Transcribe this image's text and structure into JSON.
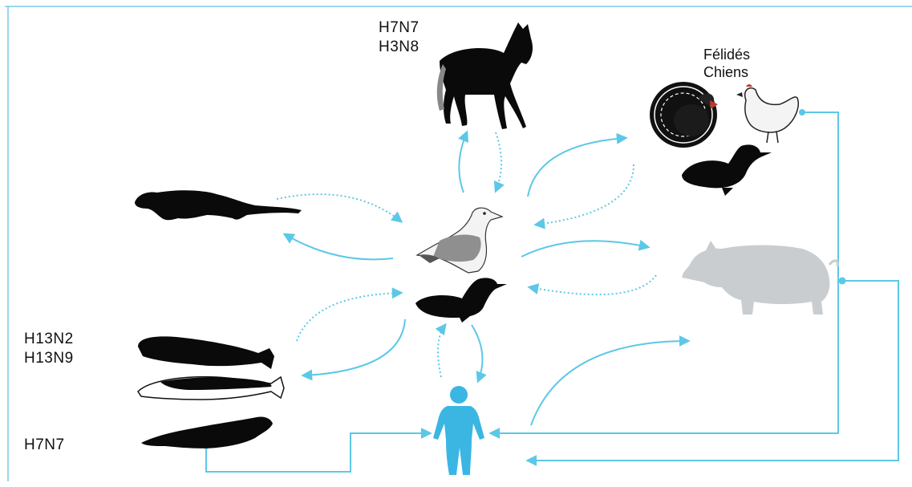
{
  "labels": {
    "horse_line1": "H7N7",
    "horse_line2": "H3N8",
    "cat_line1": "Félidés",
    "cat_line2": "Chiens",
    "whale_line1": "H13N2",
    "whale_line2": "H13N9",
    "seal_line1": "H7N7"
  },
  "colors": {
    "arrow": "#5cc8e6",
    "silhouette": "#0a0a0a",
    "human": "#3bb6e3",
    "pig": "#c9cdd0",
    "frame": "#79c7e8"
  }
}
